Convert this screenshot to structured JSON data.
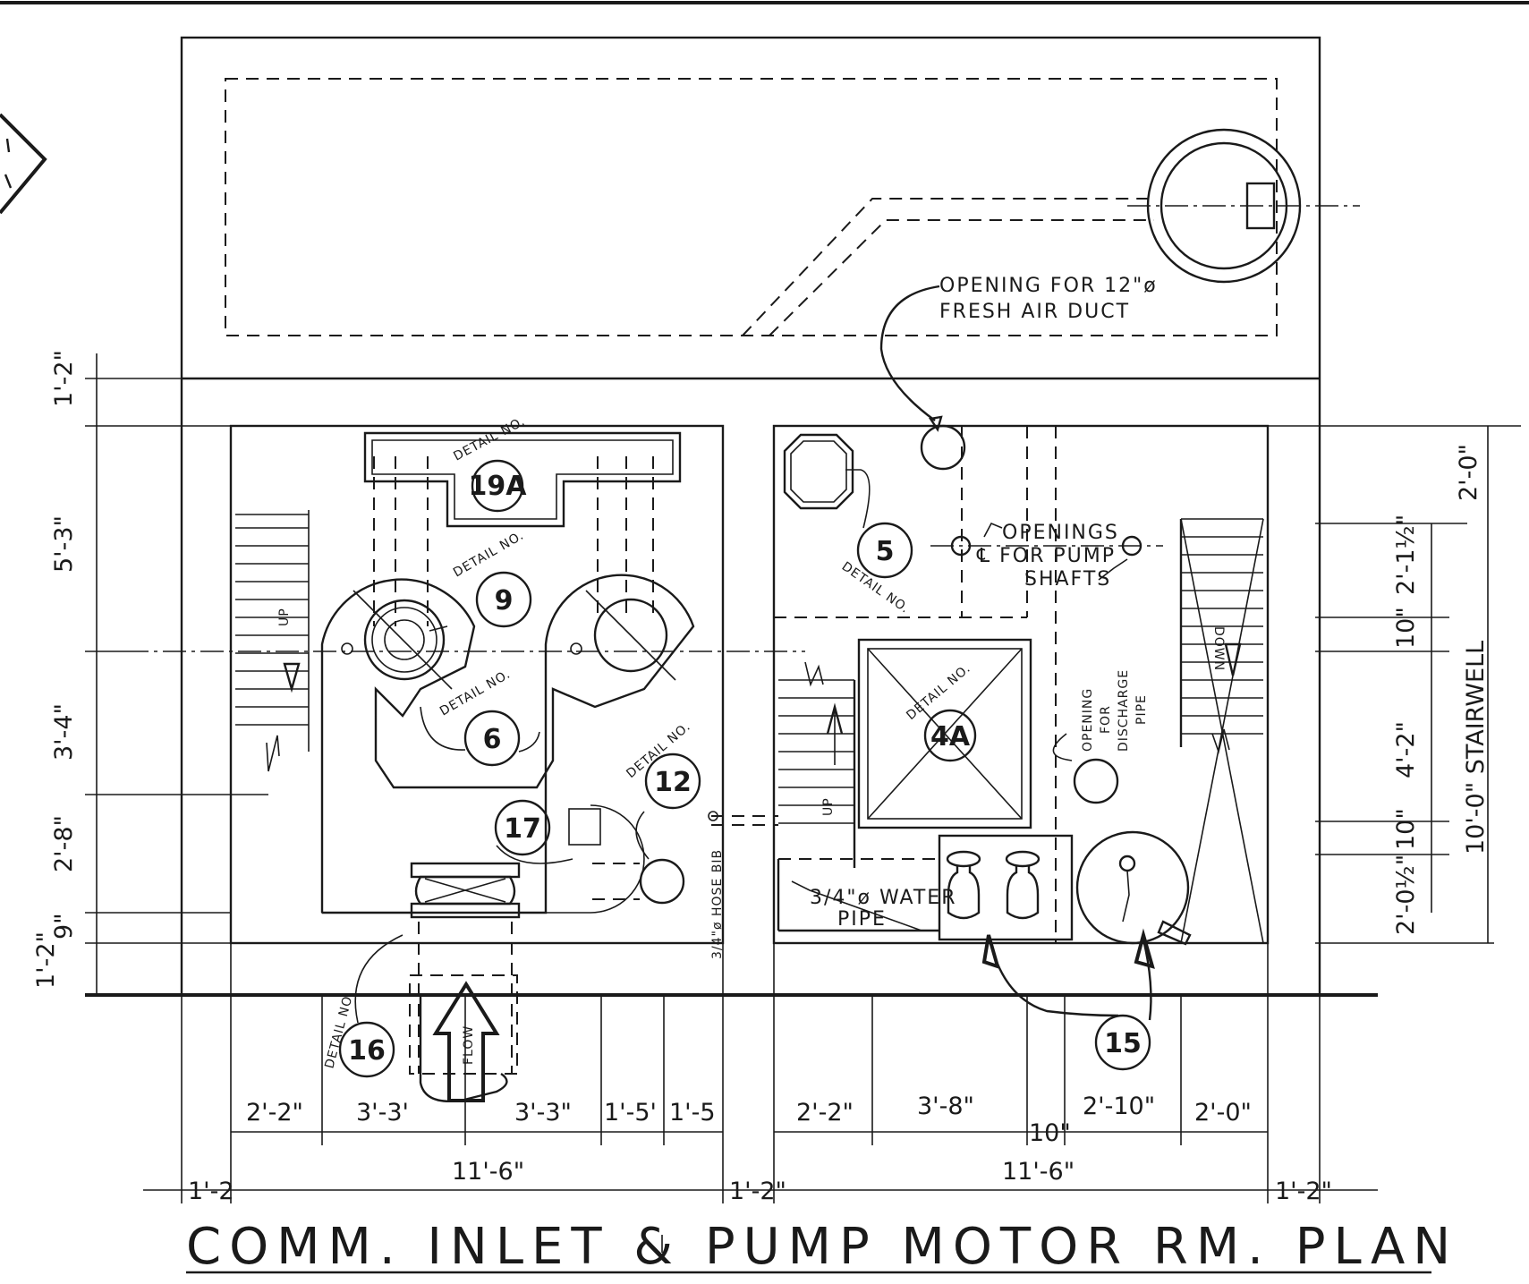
{
  "title": "COMM. INLET & PUMP MOTOR RM. PLAN",
  "notes": {
    "duct_line1": "OPENING FOR 12\"ø",
    "duct_line2": "FRESH AIR DUCT",
    "pump_line1": "OPENINGS",
    "pump_line2": "℄ FOR PUMP",
    "pump_line3": "SHAFTS",
    "discharge_line1": "OPENING",
    "discharge_line2": "FOR",
    "discharge_line3": "DISCHARGE",
    "discharge_line4": "PIPE",
    "water_line1": "3/4\"ø WATER",
    "water_line2": "PIPE",
    "hose_bib": "3/4\"ø HOSE BIB",
    "stairwell": "10'-0\" STAIRWELL",
    "up_left": "UP",
    "up_right": "UP",
    "down": "DOWN",
    "flow": "FLOW"
  },
  "details": {
    "d19a": "19A",
    "d9": "9",
    "d6": "6",
    "d12": "12",
    "d17": "17",
    "d5": "5",
    "d4a": "4A",
    "d16": "16",
    "d15": "15",
    "detail_label": "DETAIL NO."
  },
  "dims_left": {
    "a": "1'-2\"",
    "b": "5'-3\"",
    "c": "3'-4\"",
    "d": "2'-8\"",
    "e": "9\"",
    "f": "1'-2\""
  },
  "dims_right": {
    "outer": "2'-0\"",
    "a": "2'-1½\"",
    "b": "10\"",
    "c": "4'-2\"",
    "d": "10\"",
    "e": "2'-0½\""
  },
  "dims_bottom_left": [
    "2'-2\"",
    "3'-3'",
    "3'-3\"",
    "1'-5'",
    "1'-5"
  ],
  "dims_bottom_right": [
    "2'-2\"",
    "3'-8\"",
    "10\"",
    "2'-10\"",
    "2'-0\""
  ],
  "dims_total": {
    "left_wall": "1'-2",
    "left_room": "11'-6\"",
    "mid_wall": "1'-2\"",
    "right_room": "11'-6\"",
    "right_wall": "1'-2\""
  }
}
